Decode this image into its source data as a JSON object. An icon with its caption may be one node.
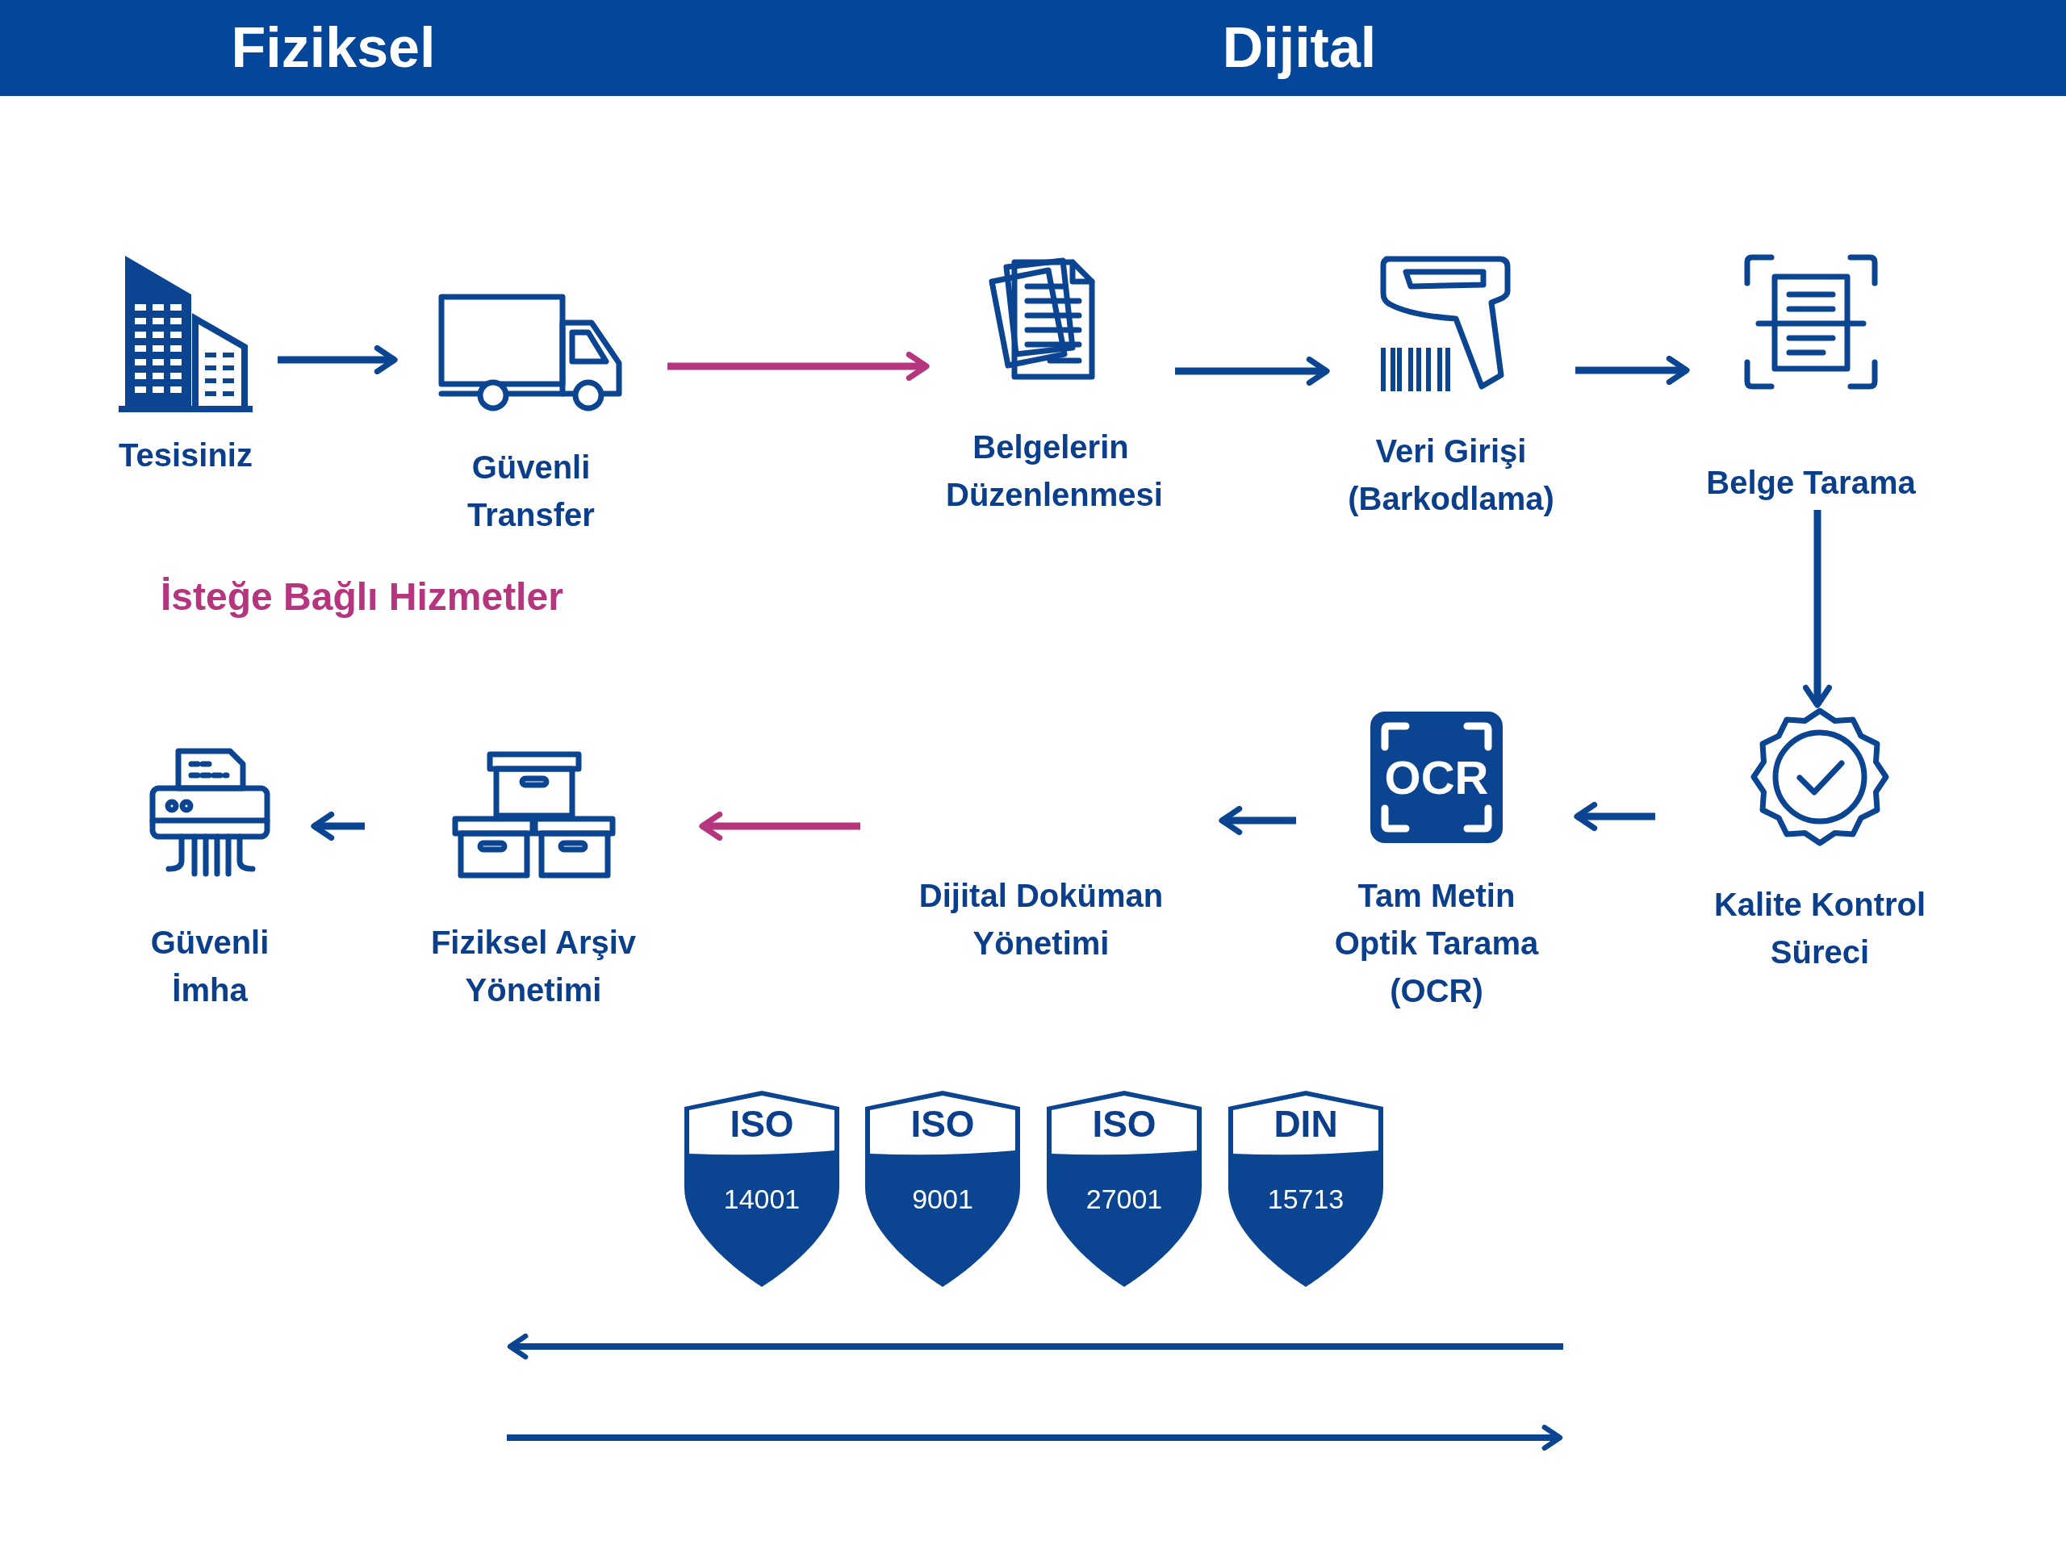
{
  "diagram": {
    "nodes": [
      {
        "text": [
          "Fiziksel",
          "Dijital"
        ]
      },
      {
        "text": [
          "Tesisiniz"
        ]
      },
      {
        "text": [
          "Güvenli Transfer"
        ]
      },
      {
        "text": [
          "Belgelerin Düzenlenmesi"
        ]
      },
      {
        "text": [
          "Veri Girişi (Barkodlama)"
        ]
      },
      {
        "text": [
          "Belge Tarama"
        ]
      },
      {
        "text": [
          "Kalite Kontrol Süreci"
        ]
      },
      {
        "text": [
          "OCR",
          "Tam Metin Optik Tarama (OCR)"
        ]
      },
      {
        "text": [
          "Dijital Doküman Yönetimi"
        ]
      },
      {
        "text": [
          "Fiziksel Arşiv Yönetimi"
        ]
      },
      {
        "text": [
          "Güvenli İmha"
        ]
      },
      {
        "text": [
          "ISO",
          "14001"
        ]
      },
      {
        "text": [
          "ISO",
          "9001"
        ]
      },
      {
        "text": [
          "ISO",
          "27001"
        ]
      },
      {
        "text": [
          "DIN",
          "15713"
        ]
      }
    ],
    "edges": [
      {
        "from": 1,
        "to": 2,
        "arrow": "to"
      },
      {
        "from": 2,
        "to": 3,
        "arrow": "to",
        "color": "#b5367f"
      },
      {
        "from": 3,
        "to": 4,
        "arrow": "to"
      },
      {
        "from": 4,
        "to": 5,
        "arrow": "to"
      },
      {
        "from": 5,
        "to": 6,
        "arrow": "to"
      },
      {
        "from": 6,
        "to": 7,
        "arrow": "to"
      },
      {
        "from": 7,
        "to": 8,
        "arrow": "to"
      },
      {
        "from": 8,
        "to": 9,
        "arrow": "to",
        "color": "#b5367f"
      },
      {
        "from": 9,
        "to": 10,
        "arrow": "to"
      }
    ],
    "labels": [
      "İsteğe Bağlı Hizmetler"
    ]
  }
}
